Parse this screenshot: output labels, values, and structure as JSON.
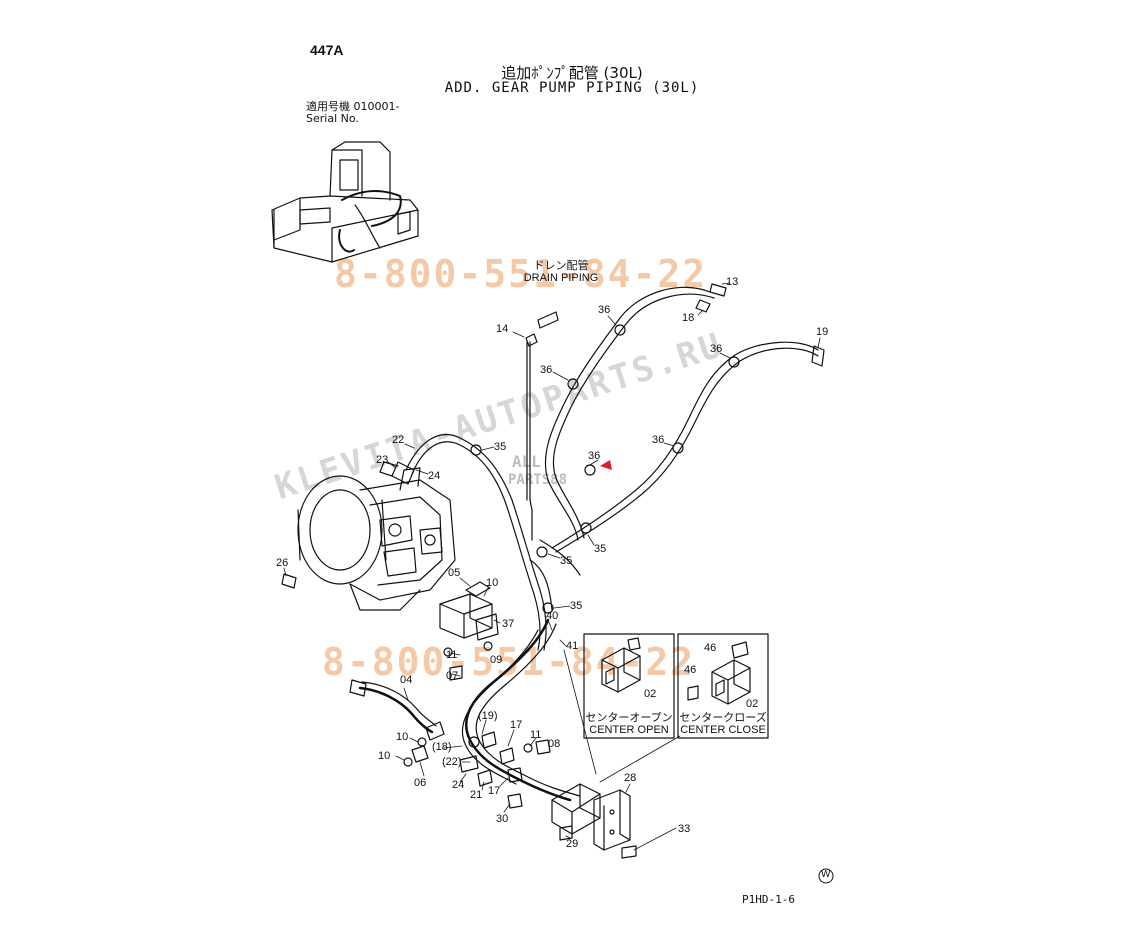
{
  "header": {
    "page_id": "447A",
    "title_jp": "追加ﾎﾟﾝﾌﾟ配管 (30L)",
    "title_en": "ADD. GEAR PUMP PIPING (30L)",
    "serial_jp": "適用号機  010001-",
    "serial_en": "Serial No."
  },
  "callouts": {
    "drain_jp": "ドレン配管",
    "drain_en": "DRAIN PIPING",
    "center_open_jp": "センターオープン",
    "center_open_en": "CENTER OPEN",
    "center_close_jp": "センタークローズ",
    "center_close_en": "CENTER CLOSE"
  },
  "parts": [
    {
      "id": "p13",
      "label": "13"
    },
    {
      "id": "p18",
      "label": "18"
    },
    {
      "id": "p36a",
      "label": "36"
    },
    {
      "id": "p14",
      "label": "14"
    },
    {
      "id": "p19",
      "label": "19"
    },
    {
      "id": "p36b",
      "label": "36"
    },
    {
      "id": "p36c",
      "label": "36"
    },
    {
      "id": "p36d",
      "label": "36"
    },
    {
      "id": "p36e",
      "label": "36"
    },
    {
      "id": "p22",
      "label": "22"
    },
    {
      "id": "p35a",
      "label": "35"
    },
    {
      "id": "p23",
      "label": "23"
    },
    {
      "id": "p24a",
      "label": "24"
    },
    {
      "id": "p35b",
      "label": "35"
    },
    {
      "id": "p35c",
      "label": "35"
    },
    {
      "id": "p26",
      "label": "26"
    },
    {
      "id": "p05",
      "label": "05"
    },
    {
      "id": "p10a",
      "label": "10"
    },
    {
      "id": "p35d",
      "label": "35"
    },
    {
      "id": "p37",
      "label": "37"
    },
    {
      "id": "p40",
      "label": "40"
    },
    {
      "id": "p41",
      "label": "41"
    },
    {
      "id": "p11a",
      "label": "11"
    },
    {
      "id": "p09",
      "label": "09"
    },
    {
      "id": "p07",
      "label": "07"
    },
    {
      "id": "p04",
      "label": "04"
    },
    {
      "id": "p02a",
      "label": "02"
    },
    {
      "id": "p46a",
      "label": "46"
    },
    {
      "id": "p46b",
      "label": "46"
    },
    {
      "id": "p02b",
      "label": "02"
    },
    {
      "id": "p19b",
      "label": "(19)"
    },
    {
      "id": "p17a",
      "label": "17"
    },
    {
      "id": "p11b",
      "label": "11"
    },
    {
      "id": "p08",
      "label": "08"
    },
    {
      "id": "p10b",
      "label": "10"
    },
    {
      "id": "p18b",
      "label": "(18)"
    },
    {
      "id": "p22b",
      "label": "(22)"
    },
    {
      "id": "p10c",
      "label": "10"
    },
    {
      "id": "p06",
      "label": "06"
    },
    {
      "id": "p24b",
      "label": "24"
    },
    {
      "id": "p21",
      "label": "21"
    },
    {
      "id": "p17b",
      "label": "17"
    },
    {
      "id": "p28",
      "label": "28"
    },
    {
      "id": "p30",
      "label": "30"
    },
    {
      "id": "p33",
      "label": "33"
    },
    {
      "id": "p29",
      "label": "29"
    }
  ],
  "footer": {
    "mark": "W",
    "drawing_no": "P1HD-1-6"
  },
  "watermarks": {
    "phone_top": "8-800-551-84-22",
    "phone_bottom": "8-800-551-84-22",
    "site": "KLEVITA-AUTOPARTS.RU",
    "logo_line1": "ALL",
    "logo_line2": "PARTS88"
  },
  "colors": {
    "ink": "#111111",
    "watermark_orange": "#f4c9a8",
    "watermark_gray": "#cfcfcf",
    "accent_red": "#e02020"
  }
}
